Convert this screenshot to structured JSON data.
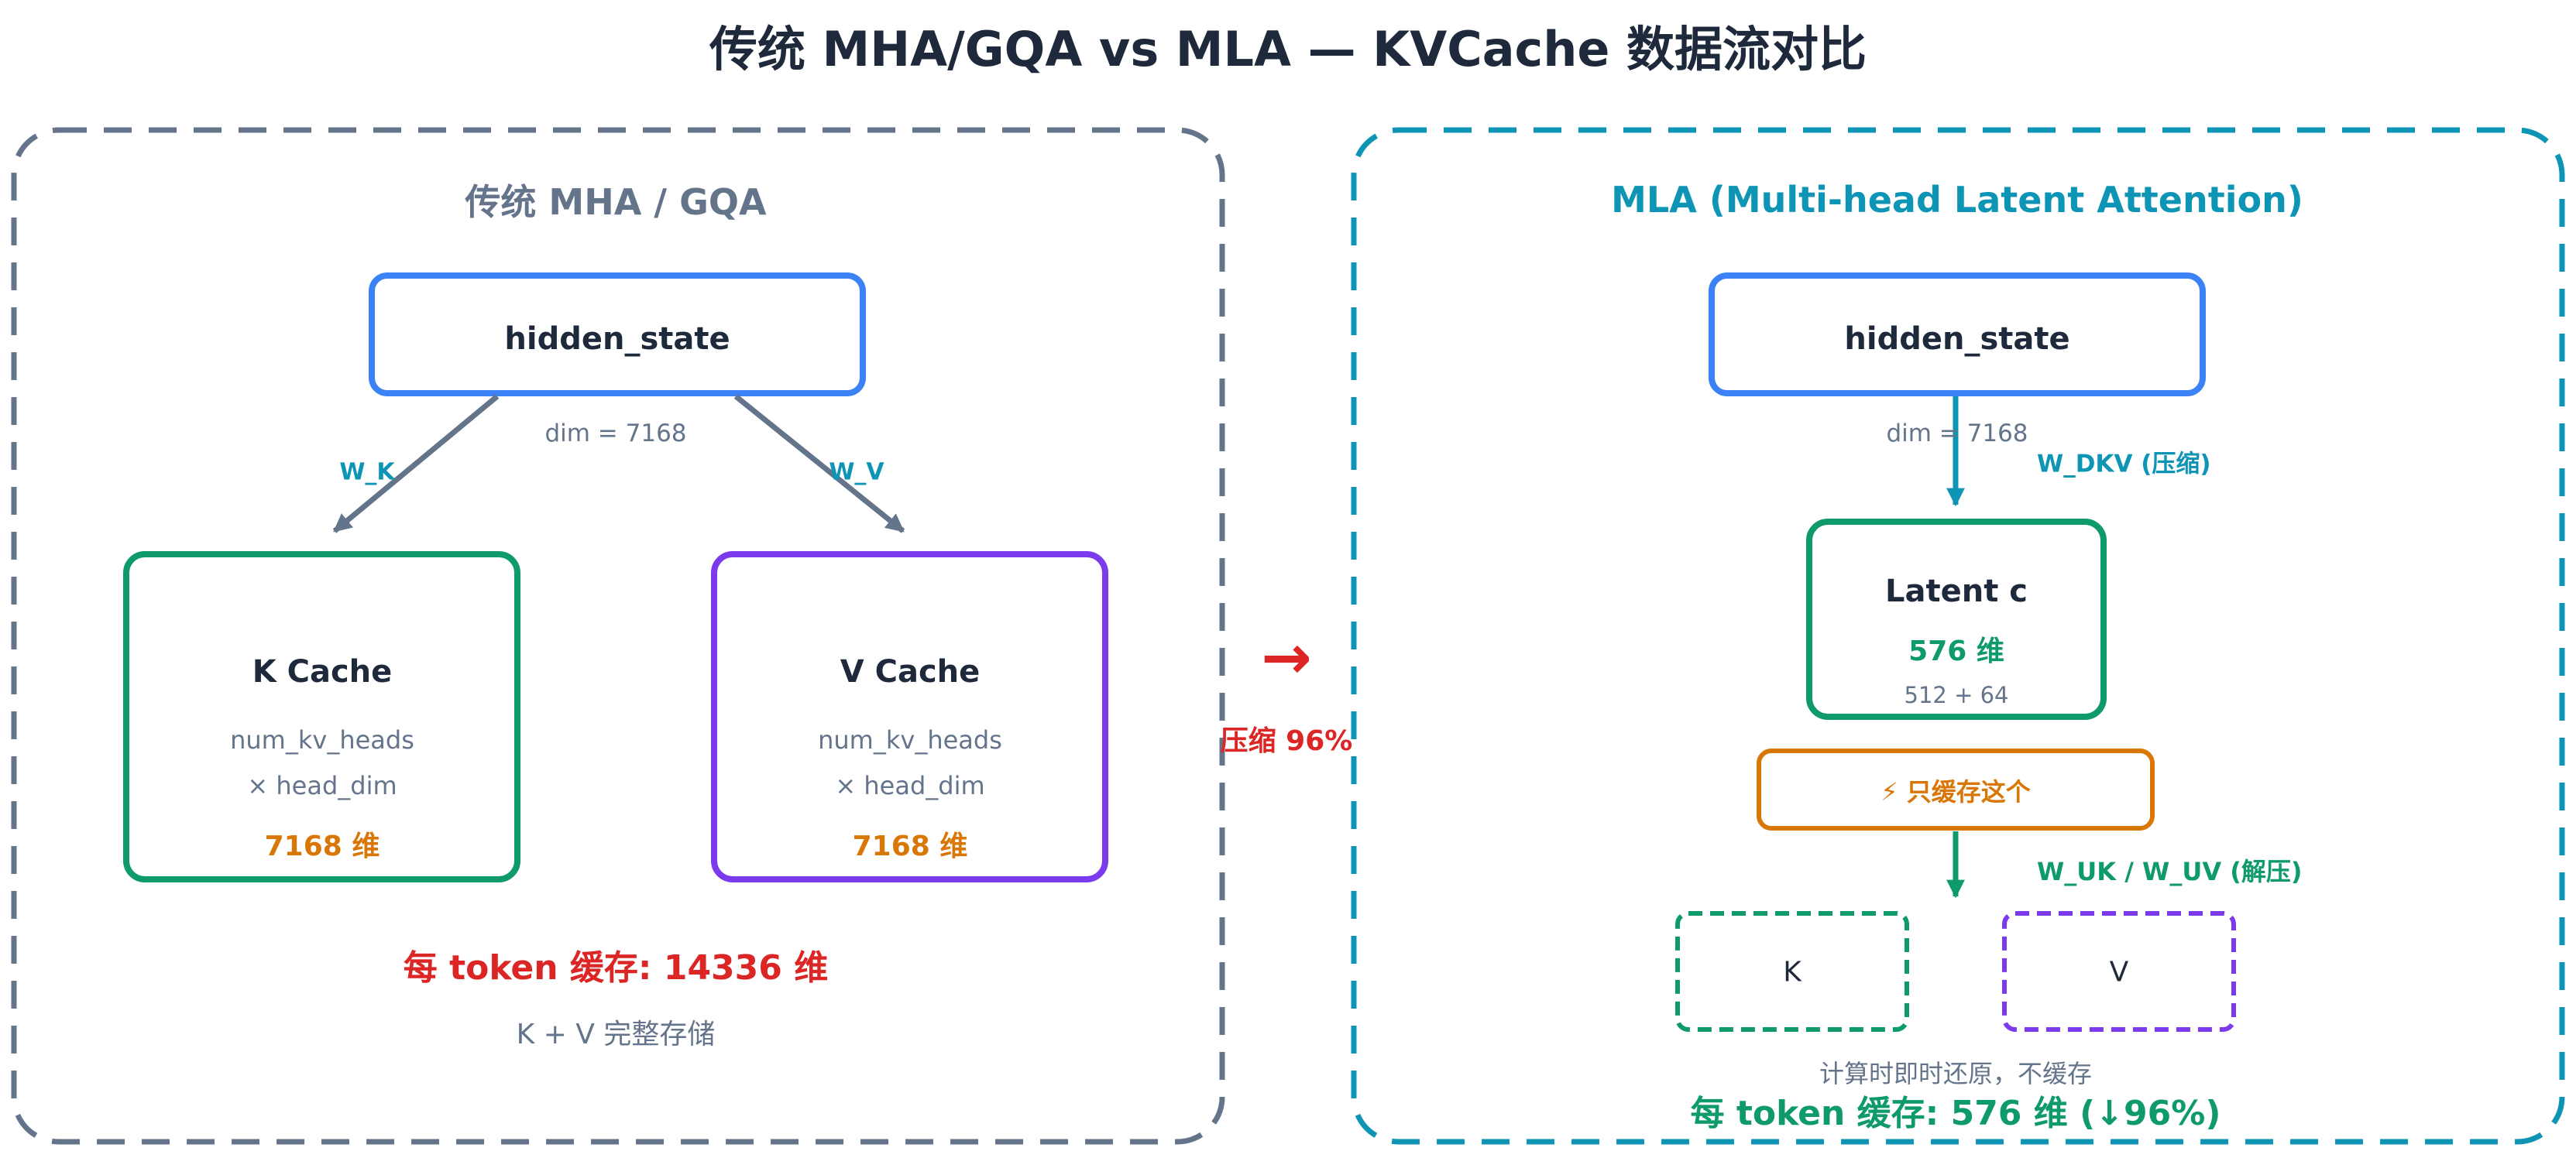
{
  "title": "传统 MHA/GQA vs MLA — KVCache 数据流对比",
  "colors": {
    "slate": "#64748b",
    "teal": "#0e94b4",
    "blue": "#3b82f6",
    "green": "#0f9a6a",
    "purple": "#7c3aed",
    "orange": "#d97706",
    "red": "#dc2626",
    "ink": "#1e293b"
  },
  "left": {
    "heading": "传统 MHA / GQA",
    "hidden_state": "hidden_state",
    "dim": "dim = 7168",
    "wk": "W_K",
    "wv": "W_V",
    "k_cache": {
      "title": "K Cache",
      "line1": "num_kv_heads",
      "line2": "× head_dim",
      "dims": "7168 维"
    },
    "v_cache": {
      "title": "V Cache",
      "line1": "num_kv_heads",
      "line2": "× head_dim",
      "dims": "7168 维"
    },
    "per_token": "每 token 缓存: 14336 维",
    "note": "K + V 完整存储"
  },
  "middle": {
    "arrow": "→",
    "label": "压缩 96%"
  },
  "right": {
    "heading": "MLA (Multi-head Latent Attention)",
    "hidden_state": "hidden_state",
    "dim": "dim = 7168",
    "w_dkv": "W_DKV (压缩)",
    "latent": {
      "title": "Latent c",
      "dims": "576 维",
      "split": "512 + 64"
    },
    "cache_only": "⚡ 只缓存这个",
    "w_uk_uv": "W_UK / W_UV (解压)",
    "k": "K",
    "v": "V",
    "note": "计算时即时还原，不缓存",
    "per_token": "每 token 缓存: 576 维 (↓96%)"
  }
}
